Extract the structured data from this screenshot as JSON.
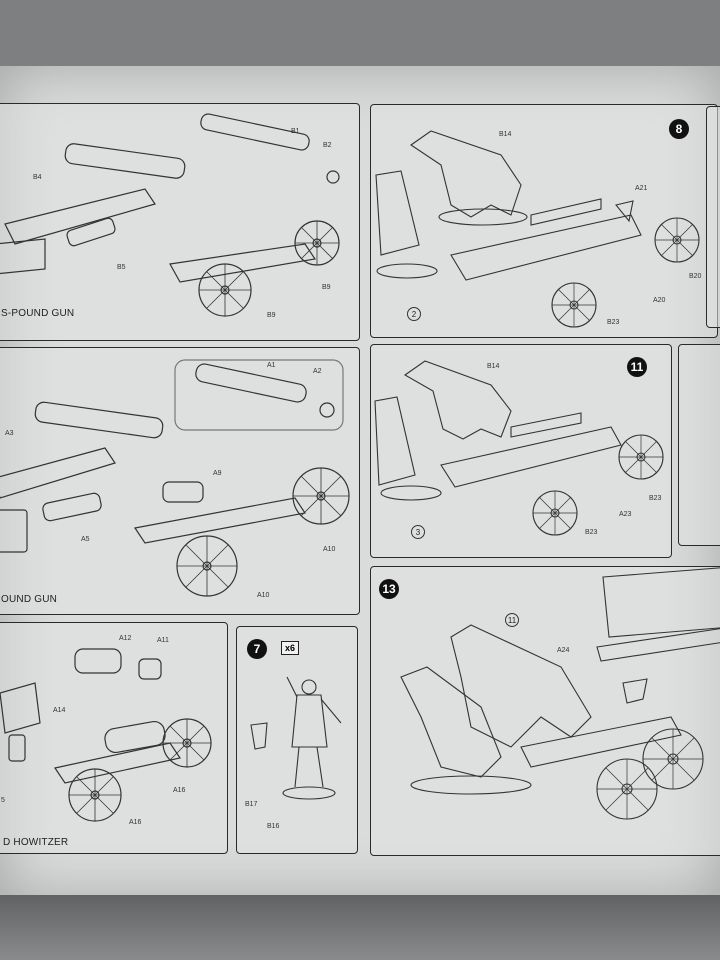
{
  "colors": {
    "sheet": "#d9dcdb",
    "table": "#7e7f80",
    "ink": "#2a2a2a",
    "step_badge": "#111111"
  },
  "panels": {
    "gun_top": {
      "title": "S-POUND GUN",
      "labels": [
        "B1",
        "B2",
        "B4",
        "B5",
        "B9",
        "B9"
      ]
    },
    "gun_mid": {
      "title": "OUND GUN",
      "labels": [
        "A1",
        "A2",
        "A3",
        "A5",
        "A9",
        "A10",
        "A10"
      ]
    },
    "howitzer": {
      "title": "D HOWITZER",
      "labels": [
        "A12",
        "A11",
        "A14",
        "A16",
        "A16",
        "5"
      ]
    },
    "step7": {
      "number": "7",
      "quantity": "x6",
      "labels": [
        "B17",
        "B16"
      ]
    },
    "step8": {
      "number": "8",
      "labels": [
        "B14",
        "A21",
        "B20",
        "A20",
        "B23"
      ],
      "sub_step": "2"
    },
    "step11": {
      "number": "11",
      "labels": [
        "B14",
        "B23",
        "A23",
        "B23"
      ],
      "sub_step": "3"
    },
    "step13": {
      "number": "13",
      "labels": [
        "A24"
      ],
      "sub_step": "11"
    }
  },
  "icons": [
    "cannon-icon",
    "wheel-icon",
    "horse-icon",
    "soldier-icon",
    "wagon-icon"
  ]
}
